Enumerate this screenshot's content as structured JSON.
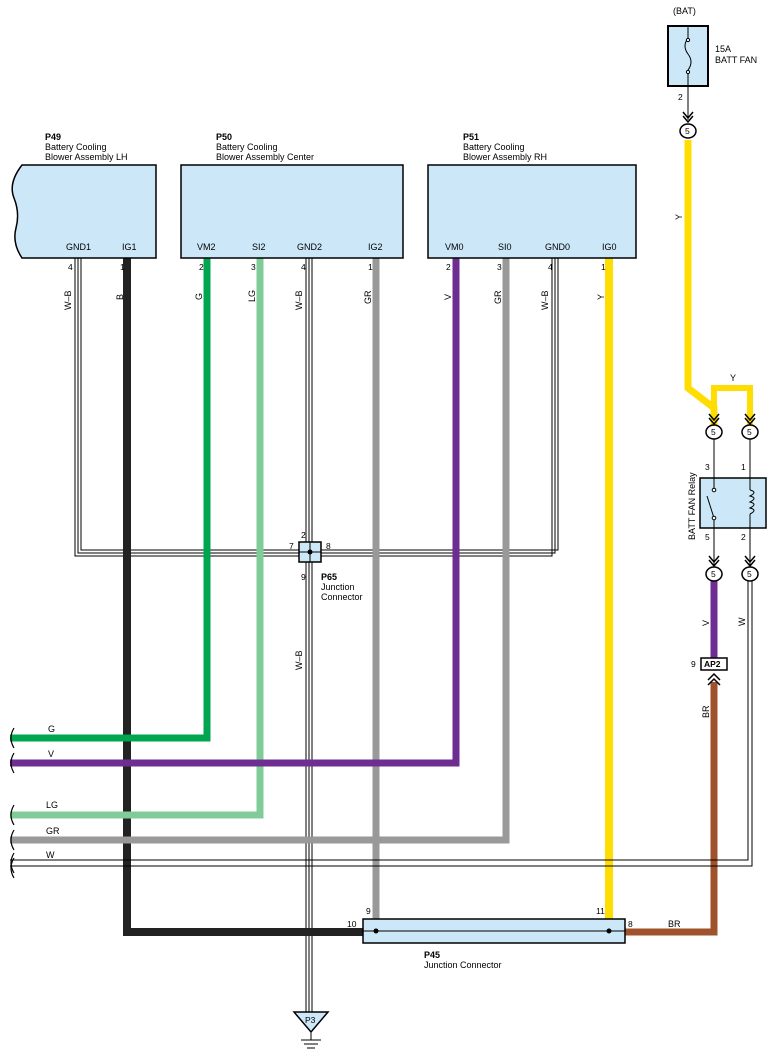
{
  "power": {
    "bat_label": "(BAT)",
    "fuse_amp": "15A",
    "fuse_name": "BATT FAN",
    "fuse_pin": "2",
    "conn_5": "5"
  },
  "components": {
    "p49": {
      "code": "P49",
      "line1": "Battery Cooling",
      "line2": "Blower Assembly LH",
      "pins": [
        "GND1",
        "IG1"
      ],
      "pin_nums": [
        "4",
        "1"
      ]
    },
    "p50": {
      "code": "P50",
      "line1": "Battery Cooling",
      "line2": "Blower Assembly Center",
      "pins": [
        "VM2",
        "SI2",
        "GND2",
        "IG2"
      ],
      "pin_nums": [
        "2",
        "3",
        "4",
        "1"
      ]
    },
    "p51": {
      "code": "P51",
      "line1": "Battery Cooling",
      "line2": "Blower Assembly RH",
      "pins": [
        "VM0",
        "SI0",
        "GND0",
        "IG0"
      ],
      "pin_nums": [
        "2",
        "3",
        "4",
        "1"
      ]
    },
    "p65": {
      "code": "P65",
      "line1": "Junction",
      "line2": "Connector",
      "pin_top": "2",
      "pin_left": "7",
      "pin_right": "8",
      "pin_bottom": "9"
    },
    "p45": {
      "code": "P45",
      "line1": "Junction Connector",
      "pin_10": "10",
      "pin_9": "9",
      "pin_11": "11",
      "pin_8": "8"
    },
    "relay": {
      "name": "BATT FAN Relay",
      "pin3": "3",
      "pin1": "1",
      "pin5": "5",
      "pin2": "2"
    },
    "ap2": {
      "name": "AP2",
      "pin": "9"
    },
    "ground": {
      "name": "P3"
    }
  },
  "wires": {
    "wb": "W–B",
    "b": "B",
    "g": "G",
    "lg": "LG",
    "gr": "GR",
    "v": "V",
    "y": "Y",
    "w": "W",
    "br": "BR"
  },
  "colors": {
    "box_fill": "#cce8f8",
    "G": "#00a550",
    "LG": "#80cc99",
    "B": "#222222",
    "GR": "#999999",
    "V": "#6e2e91",
    "Y": "#ffdd00",
    "BR": "#a0522d"
  }
}
